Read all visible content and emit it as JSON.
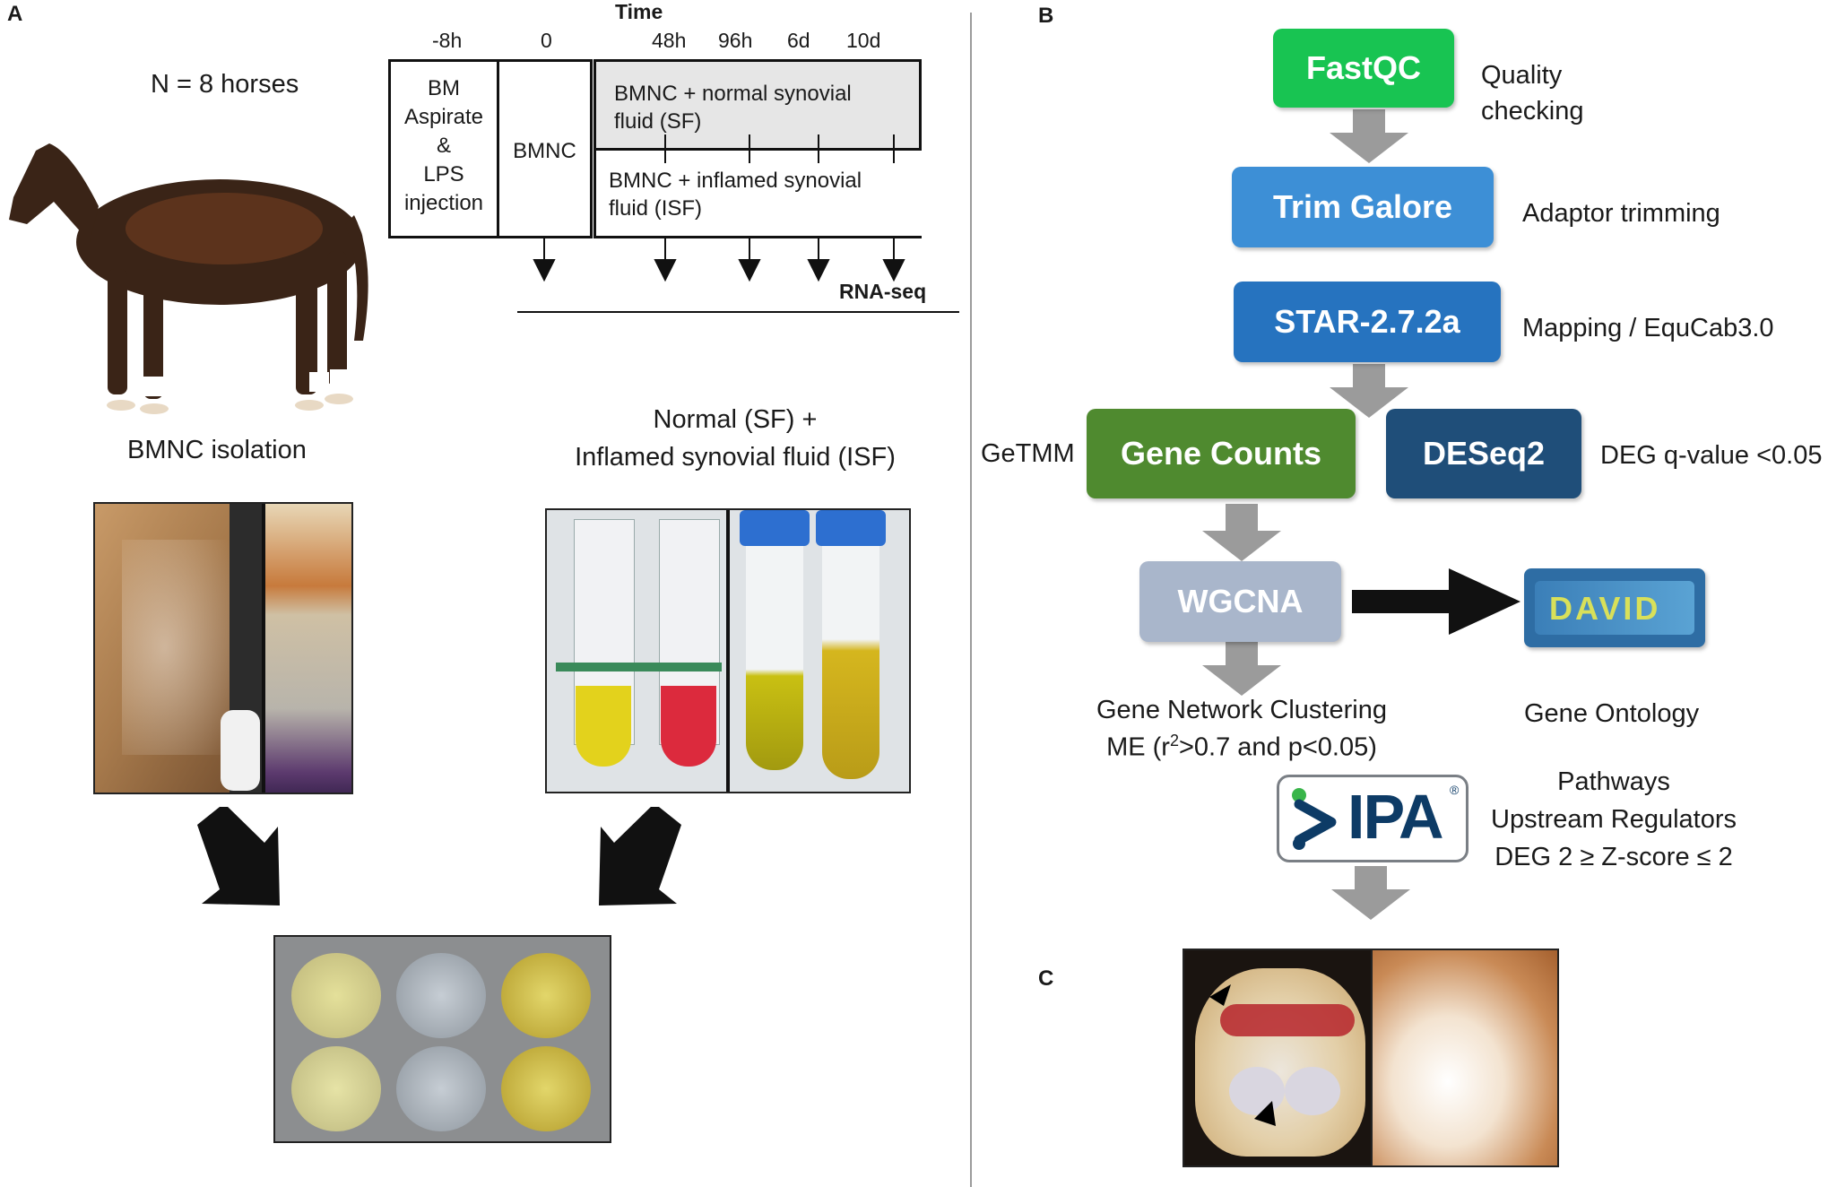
{
  "panels": {
    "a": "A",
    "b": "B",
    "c": "C"
  },
  "timeline": {
    "title": "Time",
    "ticks": [
      "-8h",
      "0",
      "48h",
      "96h",
      "6d",
      "10d"
    ],
    "zero_suffix": "h",
    "box_bm": [
      "BM",
      "Aspirate",
      "&",
      "LPS",
      "injection"
    ],
    "box_bmnc": "BMNC",
    "box_sf": [
      "BMNC + normal synovial",
      "fluid (SF)"
    ],
    "box_isf": [
      "BMNC + inflamed synovial",
      "fluid (ISF)"
    ],
    "rnaseq": "RNA-seq"
  },
  "left": {
    "n_horses": "N = 8 horses",
    "bmnc_isolation": "BMNC isolation",
    "sf_line1": "Normal (SF) +",
    "sf_line2": "Inflamed synovial fluid (ISF)"
  },
  "pipeline": {
    "fastqc": {
      "label": "FastQC",
      "note1": "Quality",
      "note2": "checking",
      "color": "#18c452"
    },
    "trim": {
      "label": "Trim Galore",
      "note": "Adaptor trimming",
      "color": "#3d8fd6"
    },
    "star": {
      "label": "STAR-2.7.2a",
      "note": "Mapping / EquCab3.0",
      "color": "#2673bf"
    },
    "counts": {
      "label": "Gene Counts",
      "note": "GeTMM",
      "color": "#4f8a2f"
    },
    "deseq": {
      "label": "DESeq2",
      "note": "DEG q-value <0.05",
      "color": "#1f4e79"
    },
    "wgcna": {
      "label": "WGCNA",
      "color": "#a9b6cb"
    },
    "david": {
      "label": "DAVID",
      "color": "#2e6da4"
    },
    "gnc1": "Gene Network Clustering",
    "gnc2_a": "ME (r",
    "gnc2_sup": "2",
    "gnc2_b": ">0.7 and p<0.05)",
    "gene_ontology": "Gene Ontology",
    "ipa": {
      "label": "IPA",
      "reg": "®"
    },
    "ipa_notes": [
      "Pathways",
      "Upstream Regulators",
      "DEG 2 ≥ Z-score ≤ 2"
    ]
  }
}
